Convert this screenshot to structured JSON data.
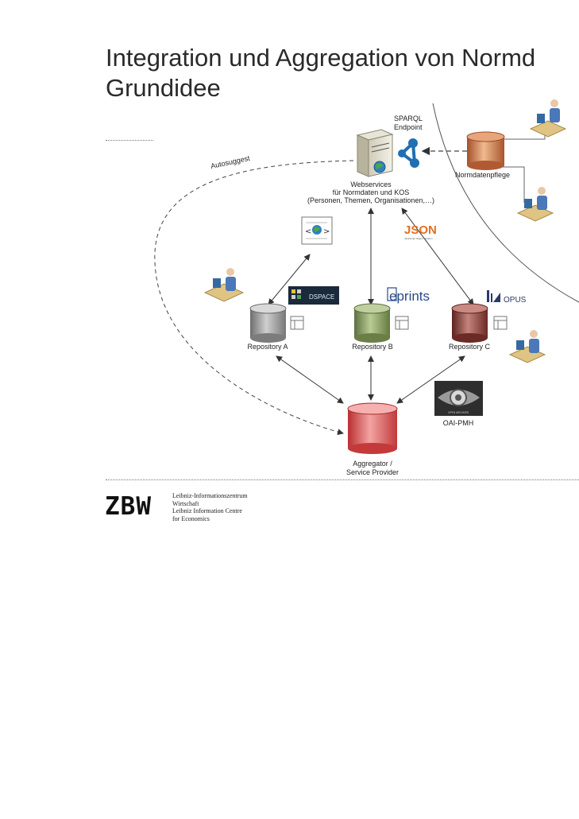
{
  "title": {
    "line1": "Integration und Aggregation von Normd",
    "line2": "Grundidee"
  },
  "diagram": {
    "sparql_endpoint": [
      "SPARQL",
      "Endpoint"
    ],
    "webservices": [
      "Webservices",
      "für Normdaten und KOS",
      "(Personen, Themen, Organisationen,…)"
    ],
    "normdatenpflege": "Normdatenpflege",
    "autosuggest": "Autosuggest",
    "json_logo": "JSON",
    "json_tagline": "JavaScript Object Notation",
    "dspace_logo": "DSPACE",
    "eprints_logo": "eprints",
    "opus_logo": "OPUS",
    "repositories": [
      "Repository A",
      "Repository B",
      "Repository C"
    ],
    "oai_pmh": "OAI-PMH",
    "oai_logo_caption": "OPEN ARCHIVES",
    "aggregator": [
      "Aggregator /",
      "Service Provider"
    ]
  },
  "footer": {
    "logo": "ZBW",
    "lines": [
      "Leibniz-Informationszentrum",
      "Wirtschaft",
      "Leibniz Information Centre",
      "for Economics"
    ]
  },
  "colors": {
    "repo_a": "#9a9a9a",
    "repo_b": "#8fa56a",
    "repo_c": "#9a4a42",
    "aggregator": "#d85050",
    "normdaten_db": "#c2724a",
    "sparql_blue": "#1f6fb2",
    "json_orange": "#e2701f"
  }
}
